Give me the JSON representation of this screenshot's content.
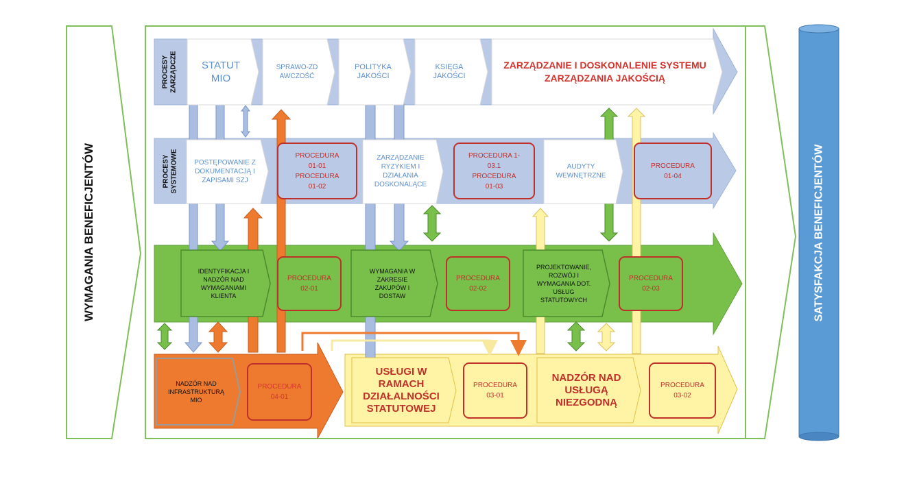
{
  "left_banner": {
    "label": "WYMAGANIA BENEFICJENTÓW"
  },
  "right_banner": {
    "label": "SATYSFAKCJA BENEFICJENTÓW"
  },
  "row_zarzadcze": {
    "label_line1": "PROCESY",
    "label_line2": "ZARZĄDCZE",
    "box1": "STATUT MIO",
    "box2": "SPRAWO-ZDAWCZOŚĆ",
    "box3": "POLITYKA JAKOŚCI",
    "box4": "KSIĘGA JAKOŚCI",
    "box5": "ZARZĄDZANIE I DOSKONALENIE SYSTEMU ZARZĄDZANIA JAKOŚCIĄ"
  },
  "row_systemowe": {
    "label_line1": "PROCESY",
    "label_line2": "SYSTEMOWE",
    "box1": "POSTĘPOWANIE Z DOKUMENTACJĄ I ZAPISAMI SZJ",
    "proc1": "PROCEDURA 01-01 PROCEDURA 01-02",
    "box2": "ZARZĄDZANIE RYZYKIEM I DZIAŁANIA DOSKONALĄCE",
    "proc2": "PROCEDURA 1-03.1 PROCEDURA 01-03",
    "box3": "AUDYTY WEWNĘTRZNE",
    "proc3": "PROCEDURA 01-04"
  },
  "row_green": {
    "box1": "IDENTYFIKACJA I NADZÓR NAD WYMAGANIAMI KLIENTA",
    "proc1": "PROCEDURA 02-01",
    "box2": "WYMAGANIA W ZAKRESIE ZAKUPÓW I DOSTAW",
    "proc2": "PROCEDURA 02-02",
    "box3": "PROJEKTOWANIE, ROZWÓJ I WYMAGANIA DOT. USŁUG STATUTOWYCH",
    "proc3": "PROCEDURA 02-03"
  },
  "row_orange": {
    "box1": "NADZÓR NAD INFRASTRUKTURĄ MIO",
    "proc1": "PROCEDURA 04-01"
  },
  "row_yellow": {
    "box1": "USŁUGI W RAMACH DZIAŁALNOŚCI STATUTOWEJ",
    "proc1": "PROCEDURA 03-01",
    "box2": "NADZÓR NAD USŁUGĄ NIEZGODNĄ",
    "proc2": "PROCEDURA 03-02"
  },
  "colors": {
    "blue_band": "#b9c9e6",
    "green_band": "#78c04a",
    "yellow_band": "#fff4a6",
    "orange_band": "#ee7a30",
    "scroll_blue": "#5b9bd5",
    "text_red": "#d2342d",
    "text_blue": "#5b8fcf"
  }
}
